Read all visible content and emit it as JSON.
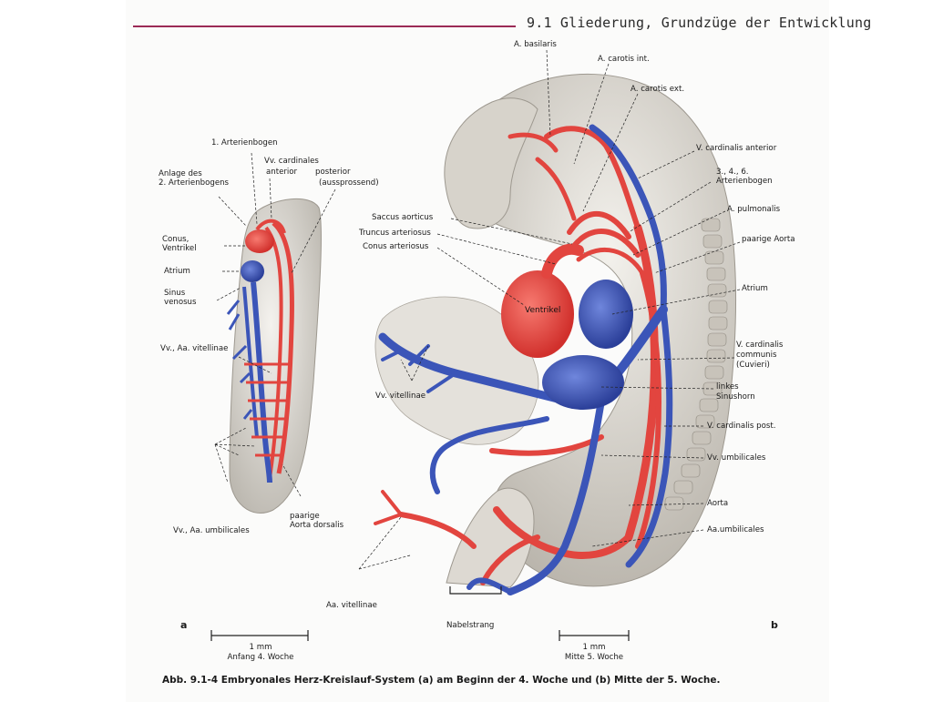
{
  "header": {
    "title": "9.1 Gliederung, Grundzüge der Entwicklung"
  },
  "panel_a": {
    "letter": "a",
    "labels": {
      "arterienbogen1": "1. Arterienbogen",
      "anlage_line1": "Anlage des",
      "anlage_line2": "2. Arterienbogens",
      "vv_cardinales": "Vv. cardinales",
      "anterior": "anterior",
      "posterior": "posterior",
      "aussprossend": "(aussprossend)",
      "conus_line1": "Conus,",
      "conus_line2": "Ventrikel",
      "atrium": "Atrium",
      "sinus_line1": "Sinus",
      "sinus_line2": "venosus",
      "vitellinae": "Vv., Aa. vitellinae",
      "umbilicales": "Vv., Aa. umbilicales",
      "aorta_line1": "paarige",
      "aorta_line2": "Aorta dorsalis"
    },
    "scale": {
      "value": "1 mm",
      "stage": "Anfang 4. Woche"
    }
  },
  "panel_b": {
    "letter": "b",
    "labels": {
      "a_basilaris": "A. basilaris",
      "a_carotis_int": "A. carotis int.",
      "a_carotis_ext": "A. carotis ext.",
      "v_cardinalis_anterior": "V. cardinalis anterior",
      "arterienbogen_line1": "3., 4., 6.",
      "arterienbogen_line2": "Arterienbogen",
      "a_pulmonalis": "A. pulmonalis",
      "paarige_aorta": "paarige Aorta",
      "saccus_aorticus": "Saccus aorticus",
      "truncus_arteriosus": "Truncus arteriosus",
      "conus_arteriosus": "Conus arteriosus",
      "ventrikel": "Ventrikel",
      "atrium": "Atrium",
      "v_card_communis_line1": "V. cardinalis",
      "v_card_communis_line2": "communis",
      "v_card_communis_line3": "(Cuvieri)",
      "sinushorn_line1": "linkes",
      "sinushorn_line2": "Sinushorn",
      "vv_vitellinae": "Vv. vitellinae",
      "v_cardinalis_post": "V. cardinalis post.",
      "vv_umbilicales": "Vv. umbilicales",
      "aorta": "Aorta",
      "aa_umbilicales": "Aa.umbilicales",
      "aa_vitellinae": "Aa. vitellinae",
      "nabelstrang": "Nabelstrang"
    },
    "scale": {
      "value": "1 mm",
      "stage": "Mitte 5. Woche"
    }
  },
  "caption": "Abb. 9.1-4   Embryonales Herz-Kreislauf-System (a) am Beginn der 4. Woche und (b) Mitte der 5. Woche.",
  "colors": {
    "artery": "#e2453f",
    "vein": "#3b55b8",
    "tissue": "#d9d6cf",
    "accent_rule": "#9b2a56"
  }
}
